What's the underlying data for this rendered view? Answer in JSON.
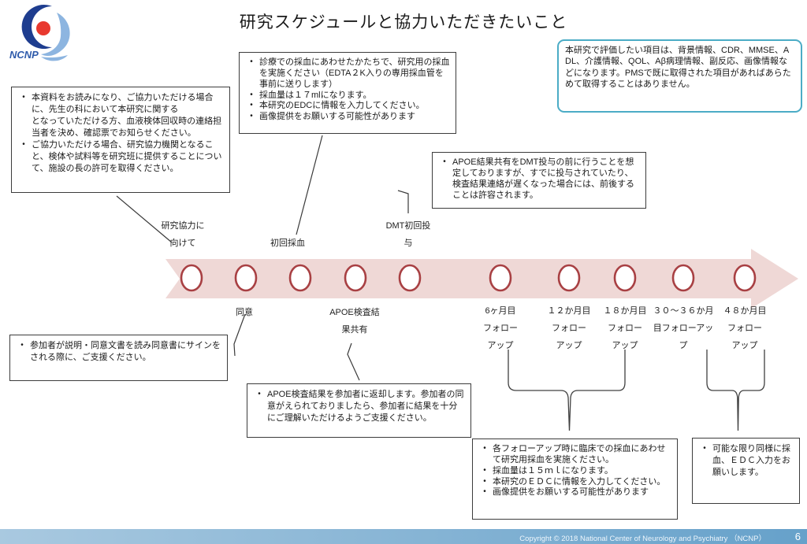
{
  "title": "研究スケジュールと協力いただきたいこと",
  "logo": {
    "text": "NCNP"
  },
  "boxes": {
    "prep": {
      "items": [
        "本資料をお読みになり、ご協力いただける場合に、先生の科において本研究に関する\nとなっていただける方、血液検体回収時の連絡担当者を決め、確認票でお知らせください。",
        "ご協力いただける場合、研究協力機関となること、検体や試料等を研究班に提供することについて、施設の長の許可を取得ください。"
      ]
    },
    "first_blood": {
      "items": [
        "診療での採血にあわせたかたちで、研究用の採血を実施ください（EDTA２K入りの専用採血管を事前に送りします）",
        "採血量は１７mlになります。",
        "本研究のEDCに情報を入力してください。",
        "画像提供をお願いする可能性があります"
      ]
    },
    "eval_items": {
      "text": "本研究で評価したい項目は、背景情報、CDR、MMSE、ADL、介護情報、QOL、Aβ病理情報、副反応、画像情報などになります。PMSで既に取得された項目があればあらためて取得することはありません。"
    },
    "apoe_timing": {
      "items": [
        "APOE結果共有をDMT投与の前に行うことを想定しておりますが、すでに投与されていたり、検査結果連絡が遅くなった場合には、前後することは許容されます。"
      ]
    },
    "consent_support": {
      "items": [
        "参加者が説明・同意文書を読み同意書にサインをされる際に、ご支援ください。"
      ]
    },
    "apoe_return": {
      "items": [
        "APOE検査結果を参加者に返却します。参加者の同意がえられておりましたら、参加者に結果を十分にご理解いただけるようご支援ください。"
      ]
    },
    "followup_blood": {
      "items": [
        "各フォローアップ時に臨床での採血にあわせて研究用採血を実施ください。",
        "採血量は１５ｍｌになります。",
        "本研究のＥＤＣに情報を入力してください。",
        "画像提供をお願いする可能性があります"
      ]
    },
    "same_request": {
      "items": [
        "可能な限り同様に採血、ＥＤＣ入力をお願いします。"
      ]
    }
  },
  "timeline": {
    "milestone_count": 10,
    "above": [
      [
        "研究協力に",
        "向けて"
      ],
      [
        "初回採血"
      ],
      [
        "DMT初回投",
        "与"
      ]
    ],
    "below": [
      [
        "同意"
      ],
      [
        "APOE検査結",
        "果共有"
      ],
      [
        "6ヶ月目",
        "フォロー",
        "アップ"
      ],
      [
        "１２か月目",
        "フォロー",
        "アップ"
      ],
      [
        "１８か月目",
        "フォロー",
        "アップ"
      ],
      [
        "３０～３６か月",
        "目フォローアッ",
        "プ"
      ],
      [
        "４８か月目",
        "フォロー",
        "アップ"
      ]
    ]
  },
  "footer": {
    "copyright": "Copyright © 2018 National Center of Neurology and Psychiatry （NCNP）",
    "page": "6"
  },
  "colors": {
    "arrow_fill": "#efd8d6",
    "circle_stroke": "#a84043",
    "note_border": "#4bacc6",
    "footer_from": "#a9c9e0",
    "footer_to": "#66a1ca",
    "logo_navy": "#1e3d8f",
    "logo_red": "#e8392f",
    "logo_blue": "#8db5e0"
  }
}
